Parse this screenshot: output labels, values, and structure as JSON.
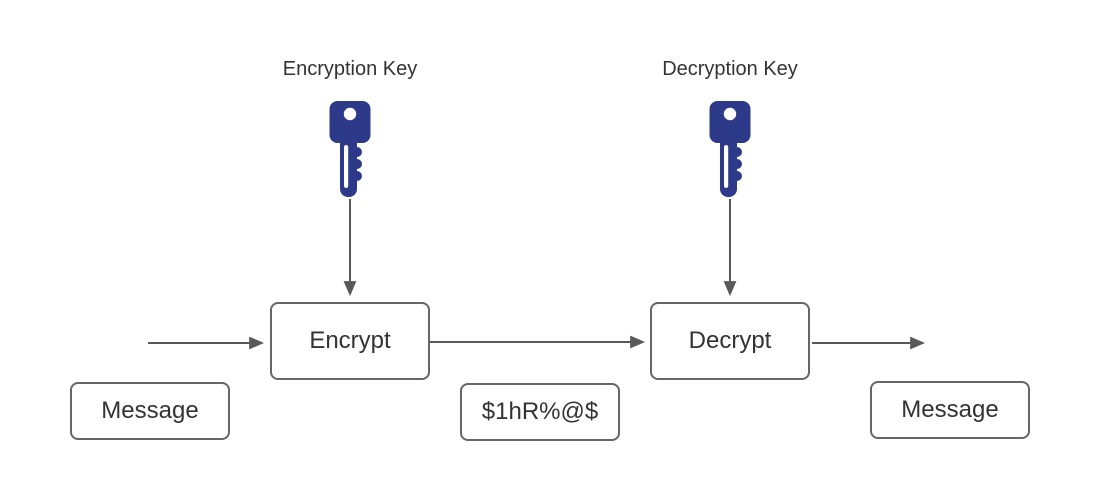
{
  "diagram": {
    "key_labels": {
      "encryption": "Encryption Key",
      "decryption": "Decryption Key"
    },
    "boxes": {
      "encrypt": "Encrypt",
      "decrypt": "Decrypt",
      "message_in": "Message",
      "ciphertext": "$1hR%@$",
      "message_out": "Message"
    },
    "icons": {
      "encryption_key": "key-icon",
      "decryption_key": "key-icon"
    },
    "colors": {
      "key_fill": "#2d3a8a",
      "arrow": "#595959",
      "box_border": "#666666",
      "text": "#333333",
      "background": "#ffffff"
    }
  }
}
